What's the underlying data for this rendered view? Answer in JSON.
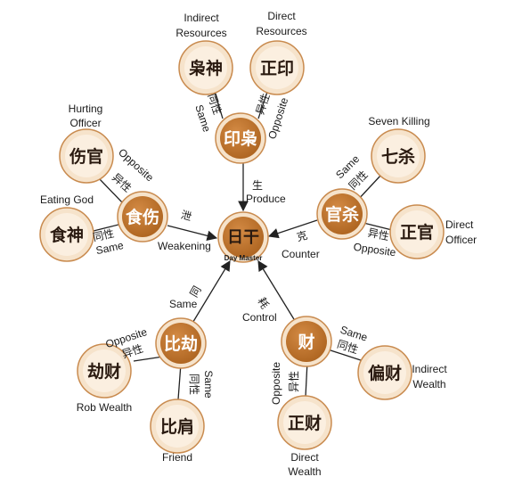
{
  "center": {
    "cn": "日干",
    "en": "Day Master"
  },
  "groups": {
    "resource": {
      "cn": "印枭",
      "same_child": {
        "cn": "枭神",
        "en_line1": "Indirect",
        "en_line2": "Resources"
      },
      "opp_child": {
        "cn": "正印",
        "en_line1": "Direct",
        "en_line2": "Resources"
      },
      "relation_cn": "生",
      "relation_en": "Produce"
    },
    "output": {
      "cn": "食伤",
      "same_child": {
        "cn": "食神",
        "en": "Eating God"
      },
      "opp_child": {
        "cn": "伤官",
        "en_line1": "Hurting",
        "en_line2": "Officer"
      },
      "relation_cn": "泄",
      "relation_en": "Weakening"
    },
    "officer": {
      "cn": "官杀",
      "same_child": {
        "cn": "七杀",
        "en": "Seven Killing"
      },
      "opp_child": {
        "cn": "正官",
        "en_line1": "Direct",
        "en_line2": "Officer"
      },
      "relation_cn": "克",
      "relation_en": "Counter"
    },
    "peer": {
      "cn": "比劫",
      "same_child": {
        "cn": "比肩",
        "en": "Friend"
      },
      "opp_child": {
        "cn": "劫财",
        "en": "Rob Wealth"
      },
      "relation_cn": "同",
      "relation_en": "Same"
    },
    "wealth": {
      "cn": "财",
      "same_child": {
        "cn": "偏财",
        "en_line1": "Indirect",
        "en_line2": "Wealth"
      },
      "opp_child": {
        "cn": "正财",
        "en_line1": "Direct",
        "en_line2": "Wealth"
      },
      "relation_cn": "耗",
      "relation_en": "Control"
    }
  },
  "edge_labels": {
    "same_cn": "同性",
    "same_en": "Same",
    "opp_cn": "异性",
    "opp_en": "Opposite"
  },
  "colors": {
    "inner_brown": "#c1772f",
    "outer_cream": "#f6e3cb",
    "outer_stroke": "#c98b4f"
  }
}
